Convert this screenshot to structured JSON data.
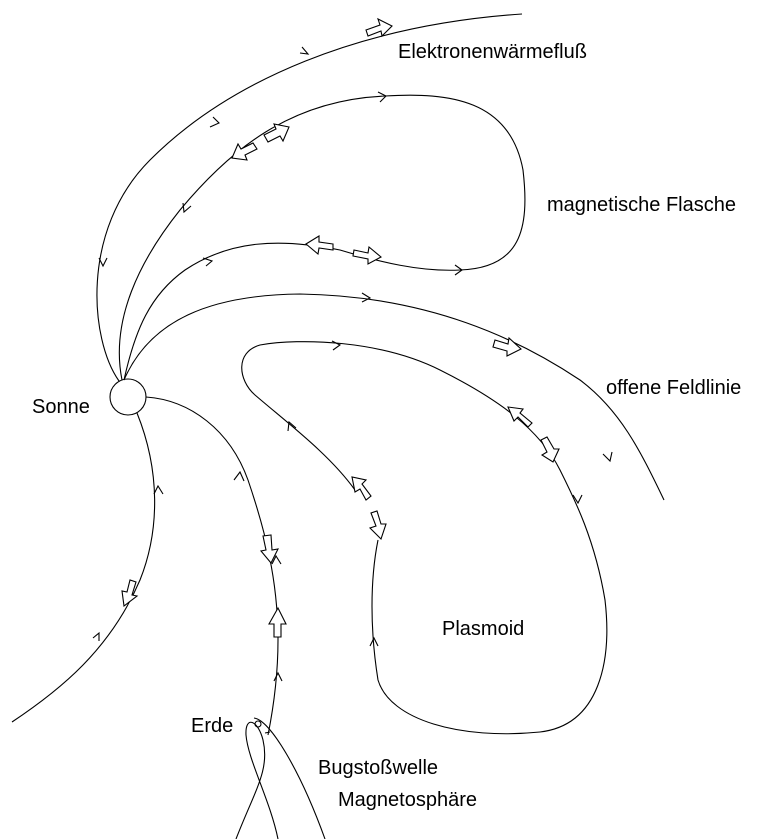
{
  "labels": {
    "electron_heat_flux": "Elektronenwärmefluß",
    "magnetic_bottle": "magnetische Flasche",
    "open_field_line": "offene Feldlinie",
    "sun": "Sonne",
    "plasmoid": "Plasmoid",
    "earth": "Erde",
    "bow_shock": "Bugstoßwelle",
    "magnetosphere": "Magnetosphäre"
  },
  "colors": {
    "line": "#000000",
    "background": "#ffffff"
  }
}
